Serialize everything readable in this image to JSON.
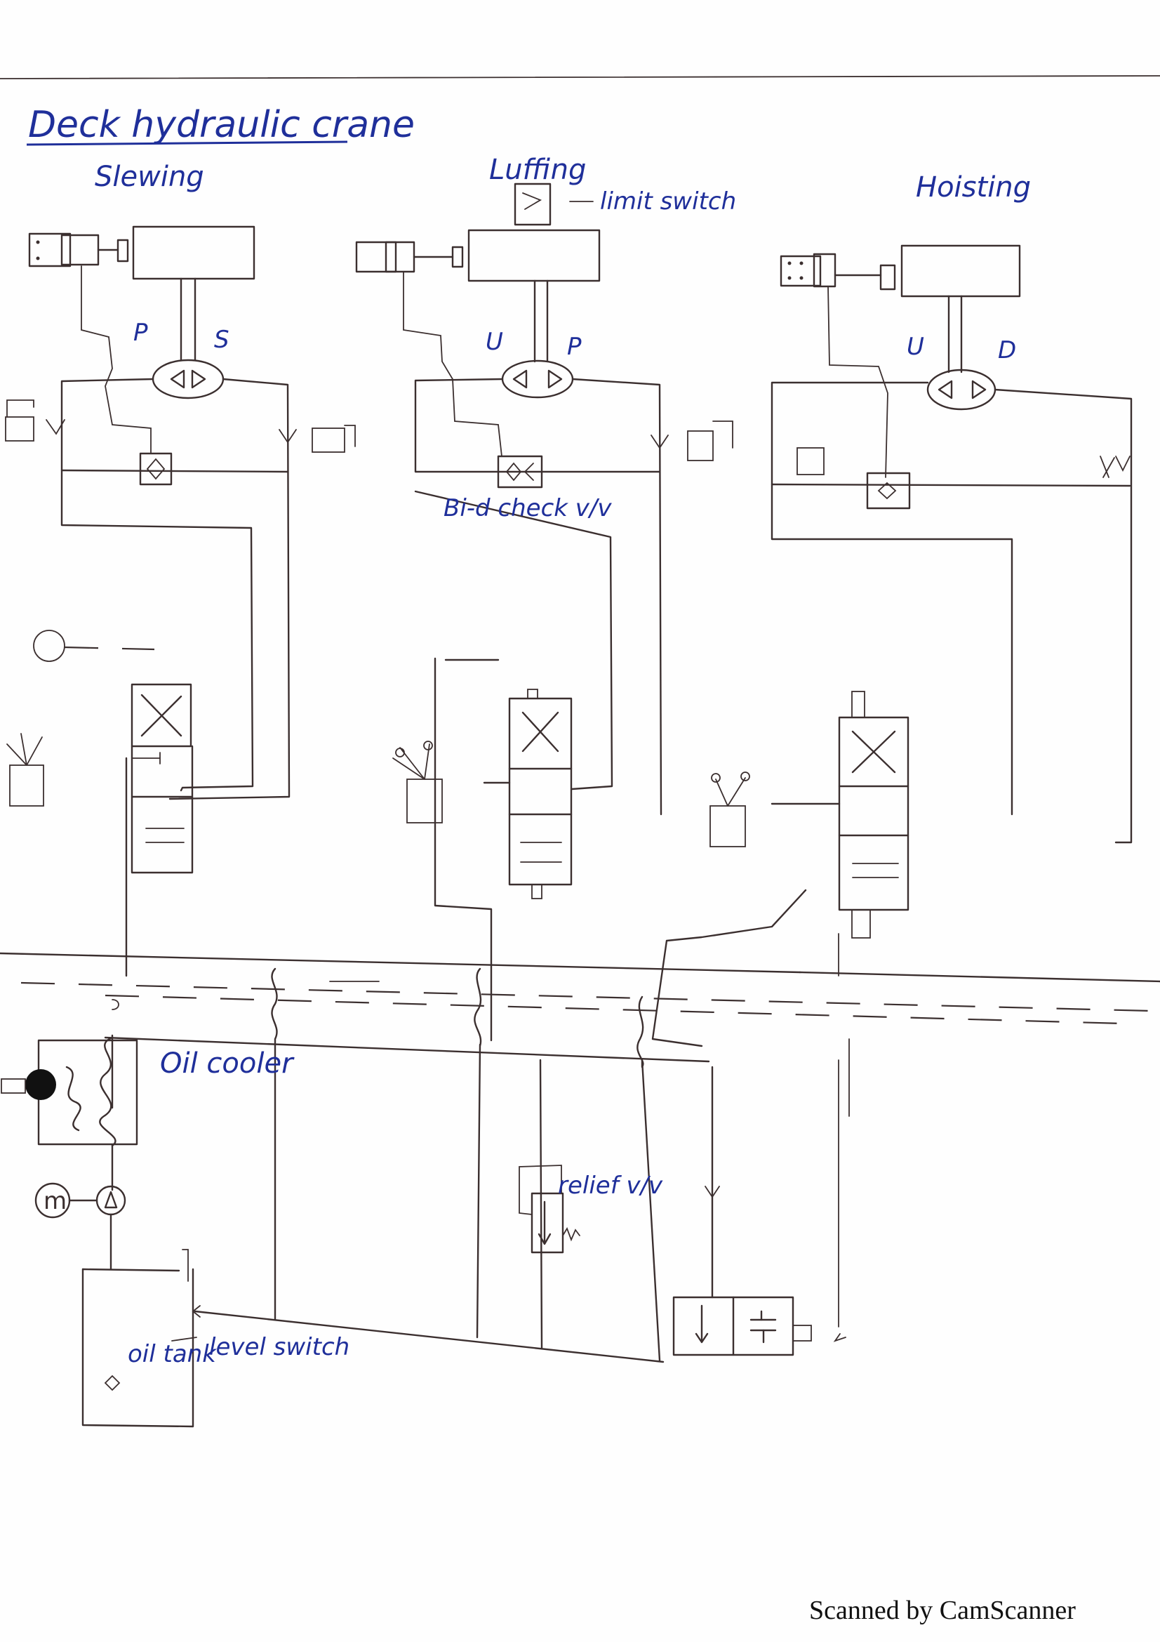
{
  "diagram": {
    "title": "Deck hydraulic crane",
    "sections": {
      "slewing": {
        "label": "Slewing",
        "port_left": "P",
        "port_right": "S"
      },
      "luffing": {
        "label": "Luffing",
        "port_left": "U",
        "port_right": "P",
        "limit_switch": "limit switch",
        "check_valve": "Bi-d check v/v"
      },
      "hoisting": {
        "label": "Hoisting",
        "port_left": "U",
        "port_right": "D"
      }
    },
    "components": {
      "oil_cooler": "Oil cooler",
      "relief_valve": "relief v/v",
      "oil_tank": "oil tank",
      "level_switch": "level switch",
      "motor_symbol": "m"
    }
  },
  "footer": {
    "scanner": "Scanned by CamScanner"
  },
  "colors": {
    "ink": "#3b2f2f",
    "label_ink": "#1f2f9a",
    "paper": "#fefefe"
  }
}
